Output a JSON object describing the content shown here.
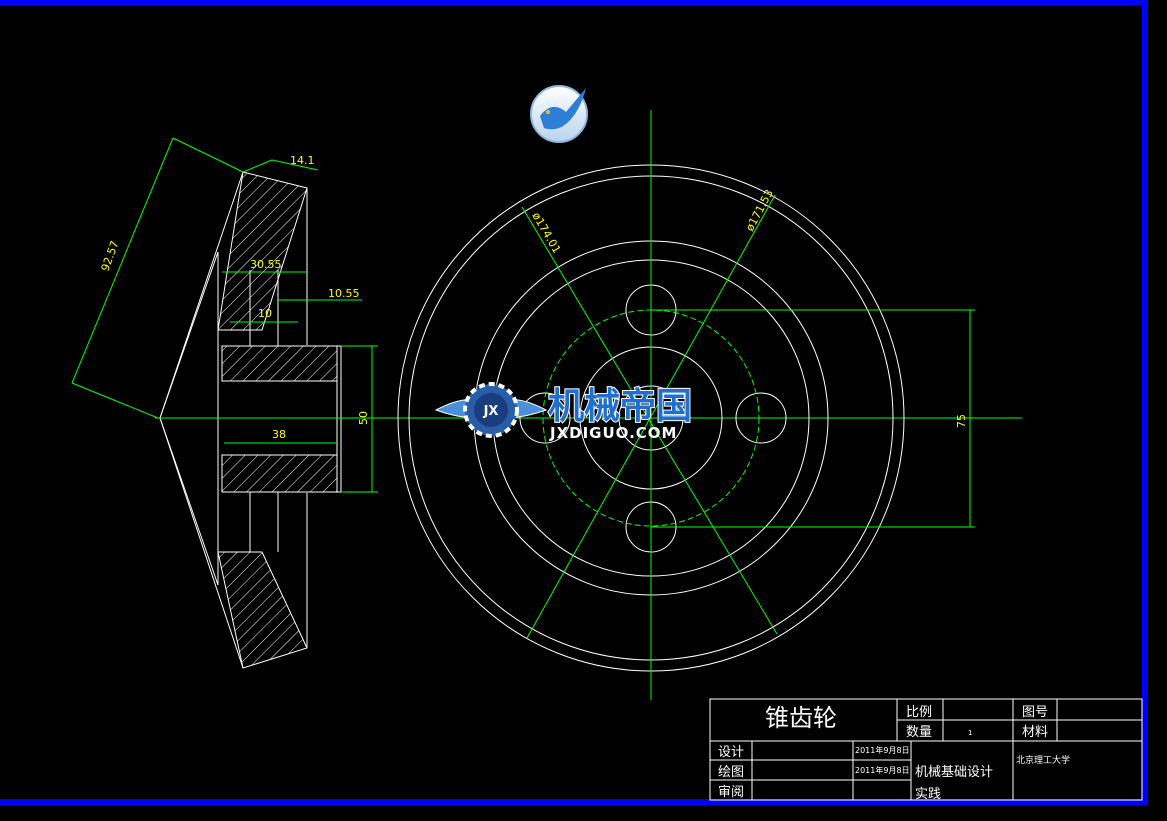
{
  "colors": {
    "frame": "#0000ff",
    "background": "#000000",
    "outline": "#ffffff",
    "dimension": "#00ff00",
    "centerline": "#00ff00",
    "dimension_text": "#ffff00",
    "watermark_blue": "#1f6fd0"
  },
  "icons": {
    "app_logo": "bird-logo-icon",
    "watermark": "gear-wings-icon"
  },
  "dimensions": {
    "d_141": "14.1",
    "d_9257": "92.57",
    "d_3055": "30.55",
    "d_1055": "10.55",
    "d_10": "10",
    "d_38": "38",
    "d_50": "50",
    "d_75": "75",
    "d_17401": "ø174.01",
    "d_17153": "ø171.53"
  },
  "watermark": {
    "cn": "机械帝国",
    "en": "JXDIGUO.COM",
    "badge": "JX"
  },
  "title_block": {
    "part_name": "锥齿轮",
    "scale_label": "比例",
    "drawing_no_label": "图号",
    "quantity_label": "数量",
    "quantity_value": "1",
    "material_label": "材料",
    "designer_label": "设计",
    "drafter_label": "绘图",
    "reviewer_label": "审阅",
    "design_date": "2011年9月8日",
    "draw_date": "2011年9月8日",
    "course_line1": "机械基础设计",
    "course_line2": "实践",
    "school": "北京理工大学"
  }
}
